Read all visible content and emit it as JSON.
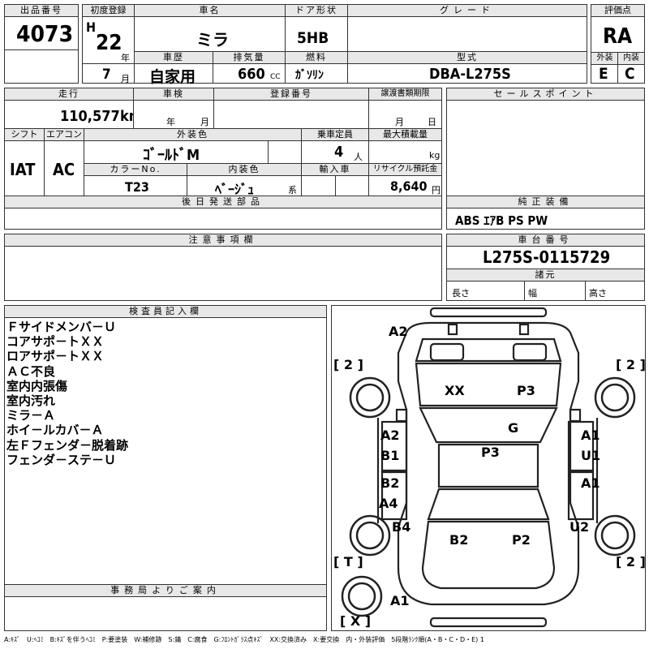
{
  "lot": {
    "label": "出品番号",
    "value": "4073"
  },
  "first_reg": {
    "label": "初度登録",
    "era": "H",
    "year": "22",
    "year_unit": "年",
    "month": "7",
    "month_unit": "月"
  },
  "car_name": {
    "label": "車名",
    "value": "ミラ"
  },
  "door": {
    "label": "ドア形状",
    "value": "5HB"
  },
  "grade": {
    "label": "グレード",
    "value": ""
  },
  "score": {
    "label": "評価点",
    "value": "RA",
    "ext_label": "外装",
    "ext": "E",
    "int_label": "内装",
    "int": "C"
  },
  "history": {
    "label": "車歴",
    "value": "自家用"
  },
  "displacement": {
    "label": "排気量",
    "value": "660",
    "unit": "CC"
  },
  "fuel": {
    "label": "燃料",
    "value": "ｶﾞｿﾘﾝ"
  },
  "model": {
    "label": "型式",
    "value": "DBA-L275S"
  },
  "mileage": {
    "label": "走行",
    "value": "110,577",
    "unit": "km"
  },
  "inspection": {
    "label": "車検",
    "year_unit": "年",
    "month_unit": "月"
  },
  "reg_no": {
    "label": "登録番号",
    "value": ""
  },
  "transfer": {
    "label": "譲渡書類期限",
    "month_unit": "月",
    "day_unit": "日"
  },
  "sales_points": {
    "label": "セールスポイント",
    "value": ""
  },
  "shift": {
    "label": "シフト",
    "value": "IAT"
  },
  "aircon": {
    "label": "エアコン",
    "value": "AC"
  },
  "ext_color": {
    "label": "外装色",
    "value": "ｺﾞｰﾙﾄﾞM"
  },
  "color_no": {
    "label": "カラーNo.",
    "value": "T23"
  },
  "int_color": {
    "label": "内装色",
    "value": "ﾍﾞｰｼﾞｭ",
    "unit": "系"
  },
  "capacity": {
    "label": "乗車定員",
    "value": "4",
    "unit": "人"
  },
  "max_load": {
    "label": "最大積載量",
    "unit": "kg"
  },
  "import": {
    "label": "輸入車",
    "value": ""
  },
  "recycle": {
    "label": "リサイクル預託金",
    "value": "8,640",
    "unit": "円"
  },
  "later_parts": {
    "label": "後日発送部品",
    "value": ""
  },
  "equipment": {
    "label": "純正装備",
    "value": "ABS ｴｱB PS PW"
  },
  "caution": {
    "label": "注意事項欄",
    "value": ""
  },
  "chassis": {
    "label": "車台番号",
    "value": "L275S-0115729"
  },
  "specs": {
    "label": "諸元",
    "length": "長さ",
    "width": "幅",
    "height": "高さ"
  },
  "inspector": {
    "label": "検査員記入欄",
    "notes": [
      "Ｆサイドメンバ－Ｕ",
      "コアサポ－トＸＸ",
      "ロアサポ－トＸＸ",
      "ＡＣ不良",
      "室内内張傷",
      "室内汚れ",
      "ミラ－Ａ",
      "ホイ－ルカバ－Ａ",
      "左Ｆフェンダ－脱着跡",
      "フェンダ－ステ－Ｕ"
    ]
  },
  "office": {
    "label": "事務局よりご案内",
    "value": ""
  },
  "diagram": {
    "front_bumper": "A2",
    "rear_bumper": "A1",
    "left_front_tire": "[ 2 ]",
    "right_front_tire": "[ 2 ]",
    "left_rear_tire": "[ T ]",
    "right_rear_tire": "[ 2 ]",
    "spare_tire": "[ X ]",
    "hood_left": "XX",
    "hood_right": "P3",
    "windshield": "G",
    "roof": "P3",
    "left_front_door_1": "A2",
    "left_front_door_2": "B1",
    "left_rear_door_1": "B2",
    "left_rear_door_2": "A4",
    "right_front_door_1": "A1",
    "right_front_door_2": "U1",
    "right_rear_door": "A1",
    "left_quarter": "B4",
    "right_quarter": "U2",
    "trunk_left": "B2",
    "trunk_right": "P2"
  },
  "legend": "A:ｷｽﾞ　U:ﾍｺﾐ　B:ｷｽﾞを伴うﾍｺﾐ　P:要塗装　W:補修跡　S:錆　C:腐食　G:ﾌﾛﾝﾄｶﾞﾗｽ点ｷｽﾞ　XX:交換済み　X:要交換　内・外装評価　5段階ﾗﾝｸ順(A・B・C・D・E) 1"
}
